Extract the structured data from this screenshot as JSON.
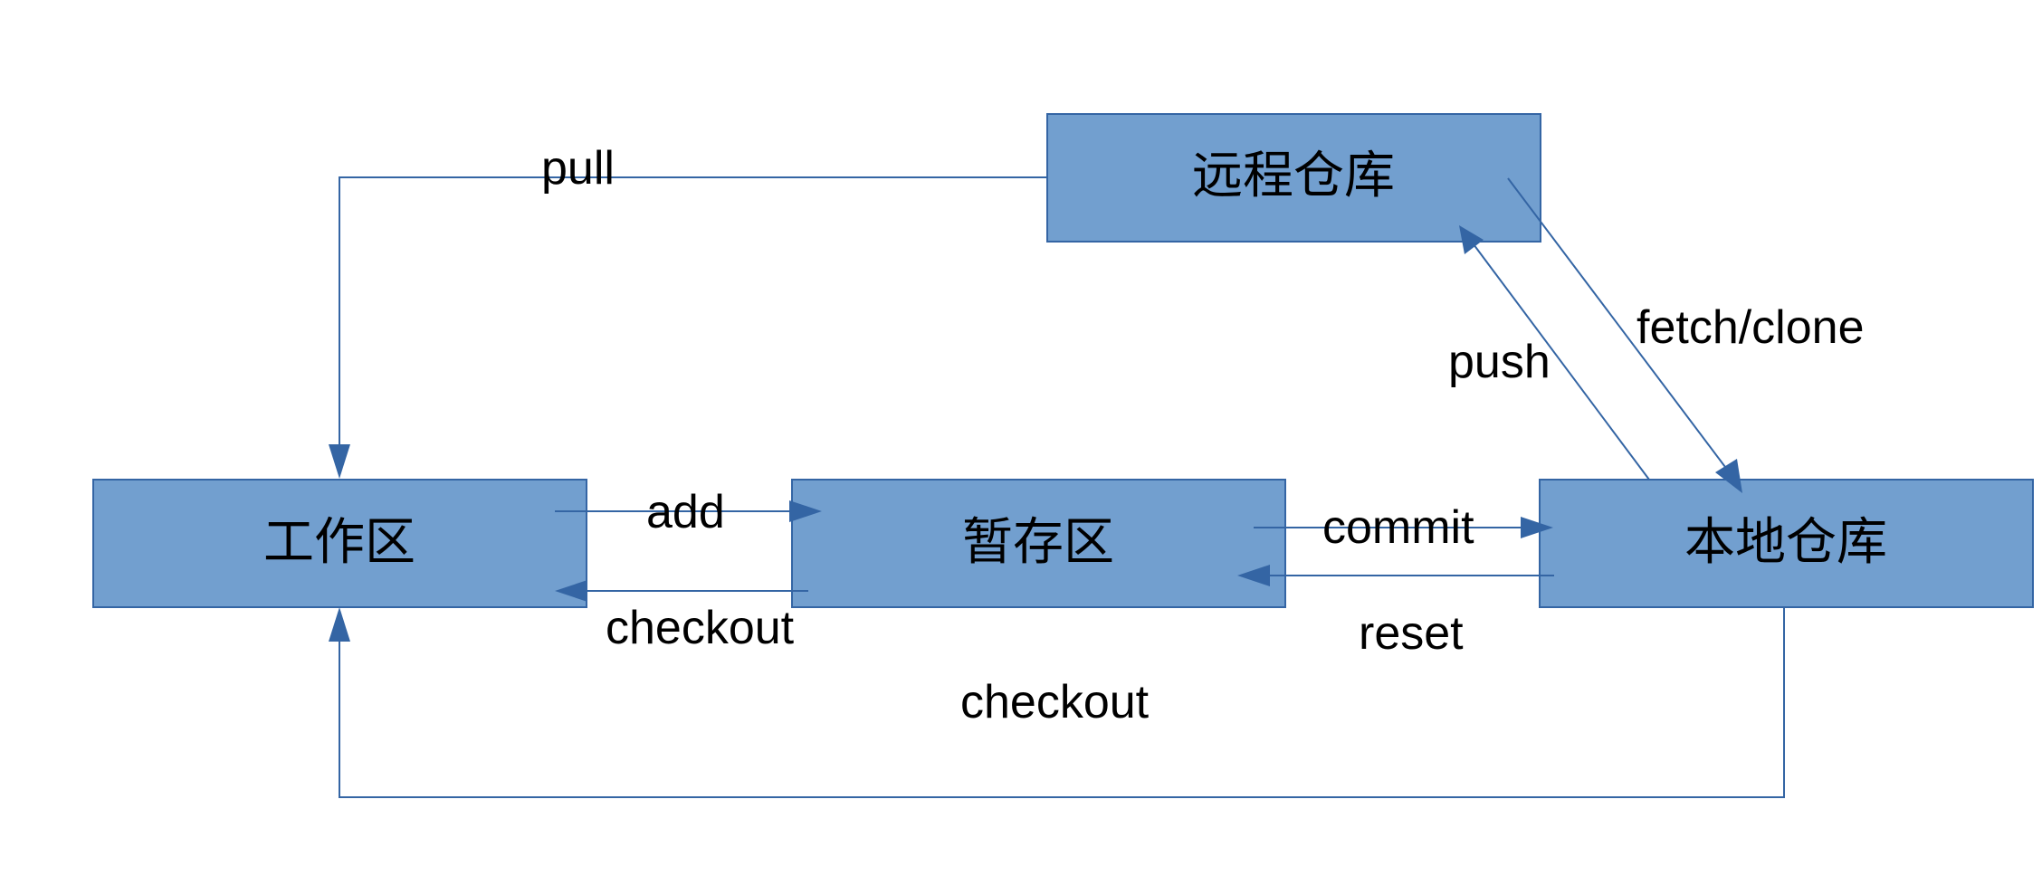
{
  "nodes": {
    "remote_repo": "远程仓库",
    "workspace": "工作区",
    "staging": "暂存区",
    "local_repo": "本地仓库"
  },
  "edges": {
    "pull": "pull",
    "fetch_clone": "fetch/clone",
    "push": "push",
    "add": "add",
    "checkout_from_staging": "checkout",
    "commit": "commit",
    "reset": "reset",
    "checkout_from_local": "checkout"
  },
  "colors": {
    "node_fill": "#729fcf",
    "line": "#3465a4",
    "text": "#000000"
  }
}
